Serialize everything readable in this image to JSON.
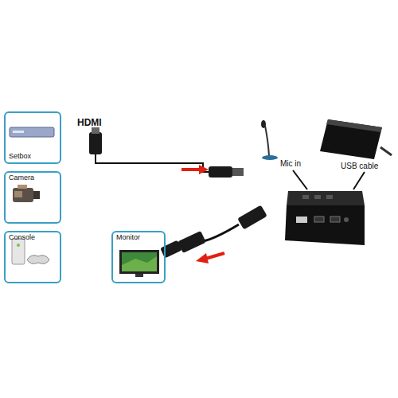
{
  "diagram": {
    "nodes": [
      {
        "text": [
          "Setbox"
        ]
      },
      {
        "text": [
          "Camera"
        ]
      },
      {
        "text": [
          "Console"
        ]
      },
      {
        "text": [
          "Monitor"
        ]
      }
    ],
    "labels": [
      "HDMI",
      "Mic in",
      "USB cable"
    ]
  }
}
